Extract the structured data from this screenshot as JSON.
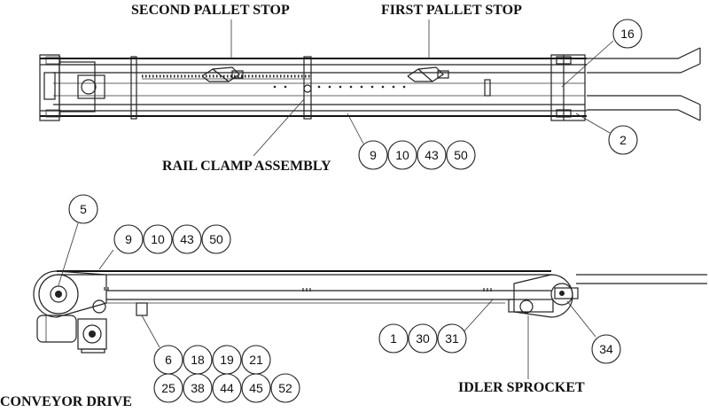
{
  "labels": {
    "second_pallet_stop": "SECOND PALLET STOP",
    "first_pallet_stop": "FIRST PALLET STOP",
    "rail_clamp_assembly": "RAIL CLAMP ASSEMBLY",
    "conveyor_drive": "CONVEYOR DRIVE",
    "idler_sprocket": "IDLER SPROCKET"
  },
  "balloons": {
    "b16": "16",
    "b2": "2",
    "b9a": "9",
    "b10a": "10",
    "b43a": "43",
    "b50a": "50",
    "b5": "5",
    "b9b": "9",
    "b10b": "10",
    "b43b": "43",
    "b50b": "50",
    "b1": "1",
    "b30": "30",
    "b31": "31",
    "b34": "34",
    "b6": "6",
    "b18": "18",
    "b19": "19",
    "b21": "21",
    "b25": "25",
    "b38": "38",
    "b44": "44",
    "b45": "45",
    "b52": "52"
  }
}
